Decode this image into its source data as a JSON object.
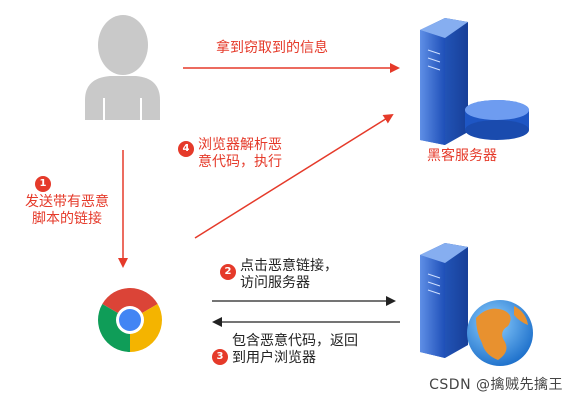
{
  "labels": {
    "steal_info": "拿到窃取到的信息",
    "hacker_server": "黑客服务器",
    "step4": "浏览器解析恶\n意代码，执行",
    "step1": "发送带有恶意\n脚本的链接",
    "step2": "点击恶意链接，\n访问服务器",
    "step3": "包含恶意代码，返回\n到用户浏览器"
  },
  "badges": {
    "b1": "1",
    "b2": "2",
    "b3": "3",
    "b4": "4"
  },
  "watermark": "CSDN @擒贼先擒王",
  "colors": {
    "red": "#e53a2a",
    "server_blue": "#1e5fd0",
    "user_grey": "#c9c9c9",
    "arrow_black": "#222222"
  },
  "icons": {
    "user": "user-silhouette-icon",
    "hacker_server": "database-server-icon",
    "browser": "chrome-browser-icon",
    "web_server": "web-server-globe-icon"
  }
}
